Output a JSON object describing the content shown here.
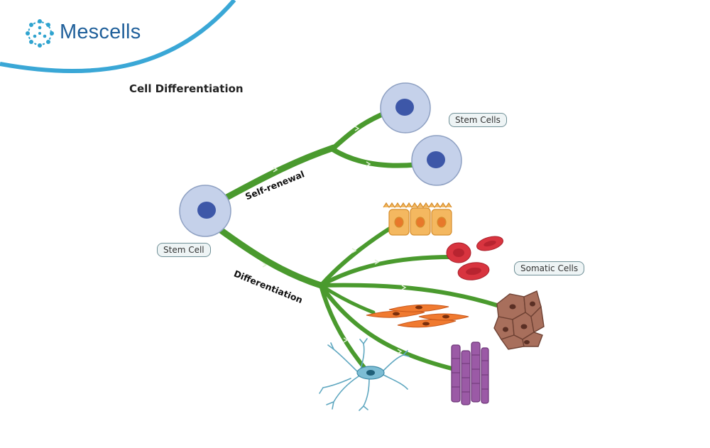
{
  "brand": {
    "name": "Mescells",
    "logo_icon": "cell-cluster-logo",
    "color": "#1f5f9a",
    "swoosh_color": "#3aa7d6"
  },
  "diagram": {
    "title": "Cell Differentiation",
    "labels": {
      "stem_cell": "Stem Cell",
      "stem_cells": "Stem Cells",
      "somatic_cells": "Somatic Cells",
      "self_renewal": "Self-renewal",
      "differentiation": "Differentiation"
    },
    "colors": {
      "branch": "#4a9a2e",
      "stem_cell_body": "#c5d1ea",
      "stem_cell_nucleus": "#3d57a8",
      "epithelial": "#f4b860",
      "red_blood": "#d8343f",
      "smooth_muscle": "#f07a30",
      "tissue": "#a86f5c",
      "muscle_fiber": "#9b5aa6",
      "neuron": "#5fa7c0"
    },
    "cell_types": [
      "epithelial-cells",
      "red-blood-cells",
      "tissue-cells",
      "smooth-muscle-cells",
      "muscle-fibers",
      "neuron"
    ]
  }
}
